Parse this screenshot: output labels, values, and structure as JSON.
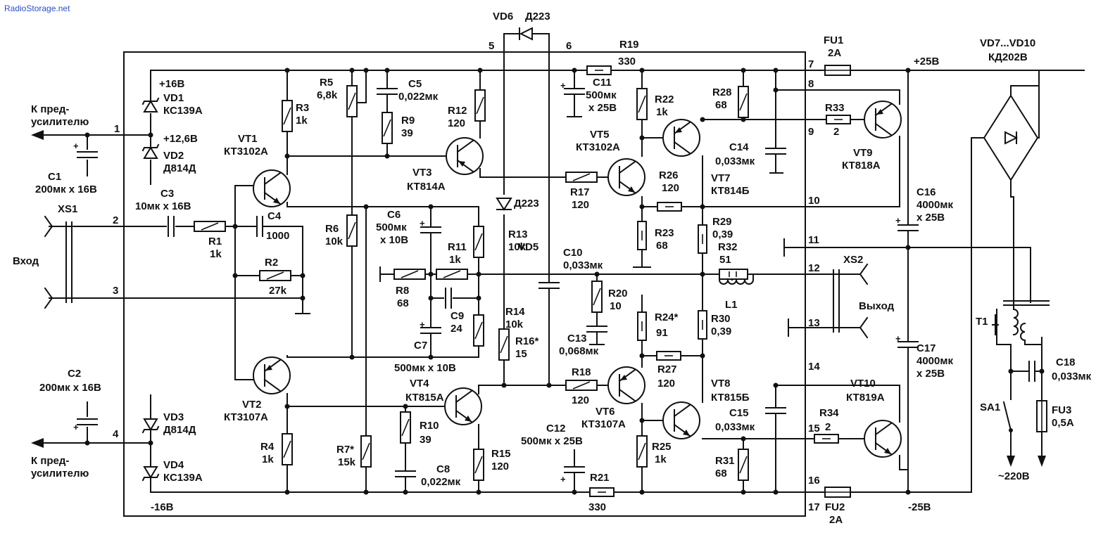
{
  "watermark": "RadioStorage.net",
  "pins": [
    "1",
    "2",
    "3",
    "4",
    "5",
    "6",
    "7",
    "8",
    "9",
    "10",
    "11",
    "12",
    "13",
    "14",
    "15",
    "16",
    "17"
  ],
  "labels": {
    "k_pre_top_1": "К пред-",
    "k_pre_top_2": "усилителю",
    "k_pre_bot_1": "К пред-",
    "k_pre_bot_2": "усилителю",
    "input": "Вход",
    "output": "Выход",
    "xs1": "XS1",
    "xs2": "XS2",
    "v_p16": "+16В",
    "v_p126": "+12,6В",
    "v_m16": "-16В",
    "v_p25": "+25В",
    "v_m25": "-25В",
    "mains": "~220В",
    "t1": "T1",
    "sa1": "SA1",
    "bridge_1": "VD7...VD10",
    "bridge_2": "КД202В"
  },
  "components": {
    "VD1": [
      "VD1",
      "КС139А"
    ],
    "VD2": [
      "VD2",
      "Д814Д"
    ],
    "VD3": [
      "VD3",
      "Д814Д"
    ],
    "VD4": [
      "VD4",
      "КС139А"
    ],
    "VD5": [
      "VD5",
      "Д223"
    ],
    "VD6": [
      "VD6",
      "Д223"
    ],
    "C1": [
      "C1",
      "200мк х 16В"
    ],
    "C2": [
      "C2",
      "200мк х 16В"
    ],
    "C3": [
      "C3",
      "10мк х 16В"
    ],
    "C4": [
      "C4",
      "1000"
    ],
    "C5": [
      "C5",
      "0,022мк"
    ],
    "C6": [
      "C6",
      "500мк",
      "х 10В"
    ],
    "C7": [
      "C7",
      "500мк х 10В"
    ],
    "C8": [
      "C8",
      "0,022мк"
    ],
    "C9": [
      "C9",
      "24"
    ],
    "C10": [
      "C10",
      "0,033мк"
    ],
    "C11": [
      "C11",
      "500мк",
      "х 25В"
    ],
    "C12": [
      "C12",
      "500мк х 25В"
    ],
    "C13": [
      "C13",
      "0,068мк"
    ],
    "C14": [
      "C14",
      "0,033мк"
    ],
    "C15": [
      "C15",
      "0,033мк"
    ],
    "C16": [
      "C16",
      "4000мк",
      "х 25В"
    ],
    "C17": [
      "C17",
      "4000мк",
      "х 25В"
    ],
    "C18": [
      "C18",
      "0,033мк"
    ],
    "R1": [
      "R1",
      "1k"
    ],
    "R2": [
      "R2",
      "27k"
    ],
    "R3": [
      "R3",
      "1k"
    ],
    "R4": [
      "R4",
      "1k"
    ],
    "R5": [
      "R5",
      "6,8k"
    ],
    "R6": [
      "R6",
      "10k"
    ],
    "R7": [
      "R7*",
      "15k"
    ],
    "R8": [
      "R8",
      "68"
    ],
    "R9": [
      "R9",
      "39"
    ],
    "R10": [
      "R10",
      "39"
    ],
    "R11": [
      "R11",
      "1k"
    ],
    "R12": [
      "R12",
      "120"
    ],
    "R13": [
      "R13",
      "10k"
    ],
    "R14": [
      "R14",
      "10k"
    ],
    "R15": [
      "R15",
      "120"
    ],
    "R16": [
      "R16*",
      "15"
    ],
    "R17": [
      "R17",
      "120"
    ],
    "R18": [
      "R18",
      "120"
    ],
    "R19": [
      "R19",
      "330"
    ],
    "R20": [
      "R20",
      "10"
    ],
    "R21": [
      "R21",
      "330"
    ],
    "R22": [
      "R22",
      "1k"
    ],
    "R23": [
      "R23",
      "68"
    ],
    "R24": [
      "R24*",
      "91"
    ],
    "R25": [
      "R25",
      "1k"
    ],
    "R26": [
      "R26",
      "120"
    ],
    "R27": [
      "R27",
      "120"
    ],
    "R28": [
      "R28",
      "68"
    ],
    "R29": [
      "R29",
      "0,39"
    ],
    "R30": [
      "R30",
      "0,39"
    ],
    "R31": [
      "R31",
      "68"
    ],
    "R32": [
      "R32",
      "51"
    ],
    "R33": [
      "R33",
      "2"
    ],
    "R34": [
      "R34",
      "2"
    ],
    "L1": [
      "L1"
    ],
    "FU1": [
      "FU1",
      "2А"
    ],
    "FU2": [
      "FU2",
      "2А"
    ],
    "FU3": [
      "FU3",
      "0,5А"
    ],
    "VT1": [
      "VT1",
      "КТ3102А"
    ],
    "VT2": [
      "VT2",
      "КТ3107А"
    ],
    "VT3": [
      "VT3",
      "КТ814А"
    ],
    "VT4": [
      "VT4",
      "КТ815А"
    ],
    "VT5": [
      "VT5",
      "КТ3102А"
    ],
    "VT6": [
      "VT6",
      "КТ3107А"
    ],
    "VT7": [
      "VT7",
      "КТ814Б"
    ],
    "VT8": [
      "VT8",
      "КТ815Б"
    ],
    "VT9": [
      "VT9",
      "КТ818А"
    ],
    "VT10": [
      "VT10",
      "КТ819А"
    ]
  }
}
